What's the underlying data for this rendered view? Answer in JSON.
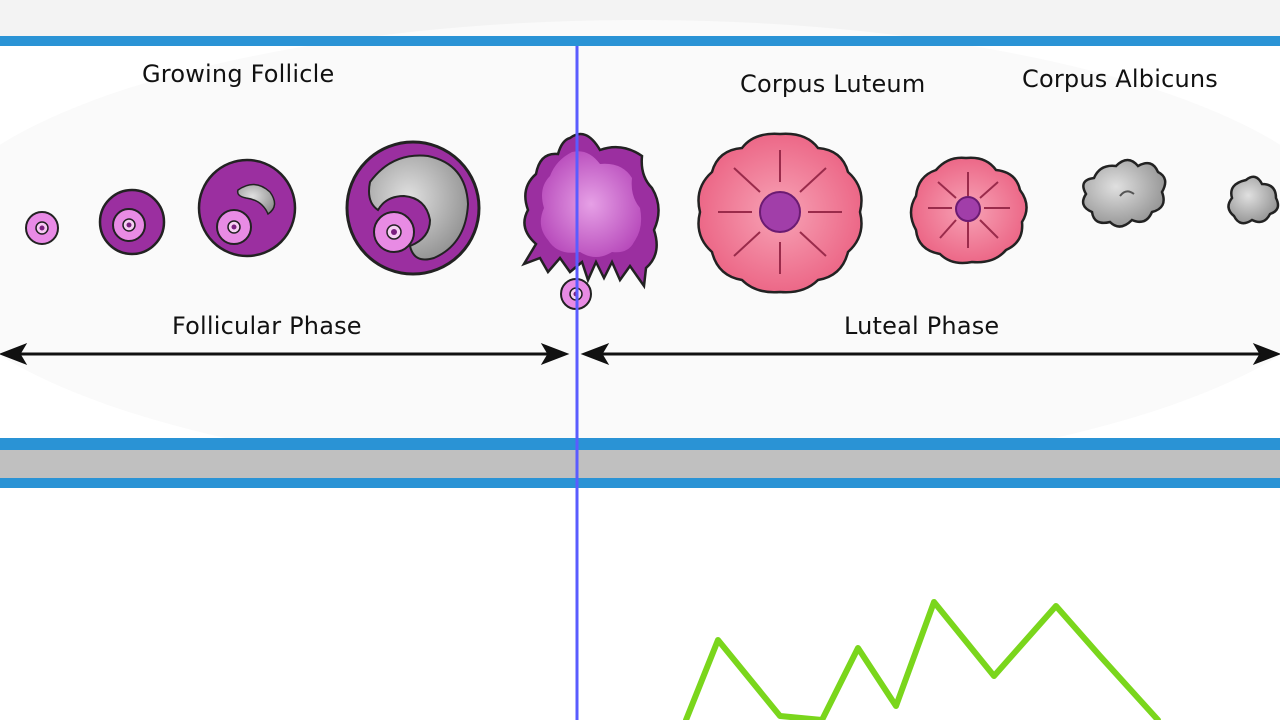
{
  "labels": {
    "growing_follicle": "Growing Follicle",
    "corpus_luteum": "Corpus Luteum",
    "corpus_albicans": "Corpus Albicuns",
    "follicular_phase": "Follicular Phase",
    "luteal_phase": "Luteal Phase"
  },
  "colors": {
    "frame_blue": "#2a93d5",
    "divider_gray": "#c0c0c0",
    "ovulation_line": "#5a5cff",
    "follicle_purple": "#9b2fa0",
    "follicle_pink": "#e37fe0",
    "luteum_pink": "#ef6283",
    "albicans_gray": "#8f8f8f",
    "hormone_green": "#7ad61c"
  }
}
